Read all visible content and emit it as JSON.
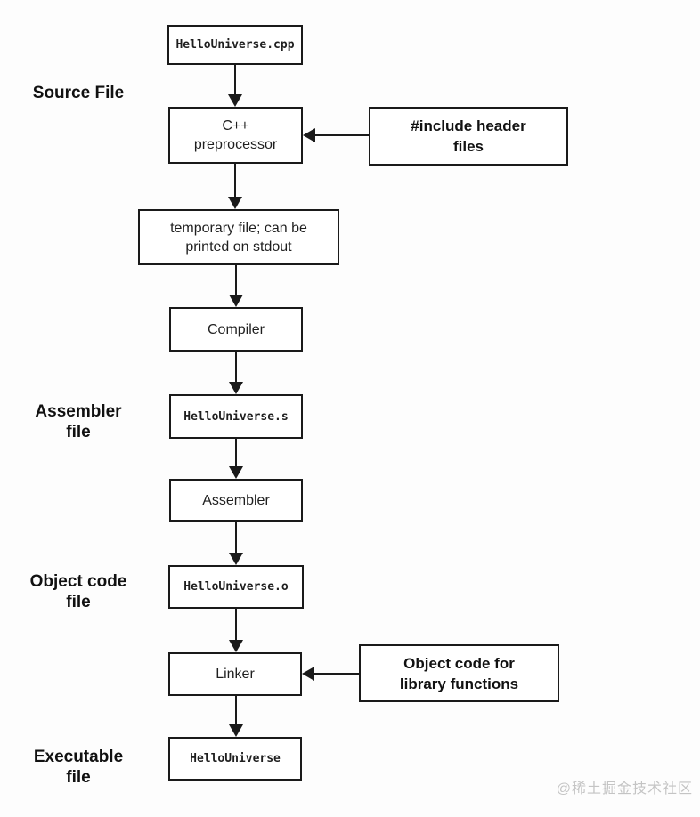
{
  "labels": {
    "source_file": "Source File",
    "assembler_file": "Assembler\nfile",
    "object_code_file": "Object code\nfile",
    "executable_file": "Executable\nfile"
  },
  "nodes": {
    "source_cpp": "HelloUniverse.cpp",
    "preprocessor": "C++\npreprocessor",
    "include_headers": "#include header\nfiles",
    "temp_file": "temporary file; can be\nprinted on stdout",
    "compiler": "Compiler",
    "assembler_output": "HelloUniverse.s",
    "assembler": "Assembler",
    "object_file": "HelloUniverse.o",
    "linker": "Linker",
    "object_code_lib": "Object code for\nlibrary functions",
    "executable": "HelloUniverse"
  },
  "watermark": "@稀土掘金技术社区",
  "colors": {
    "stroke": "#1a1a1a",
    "background": "#fdfdfd",
    "watermark": "#c4c4c4"
  }
}
